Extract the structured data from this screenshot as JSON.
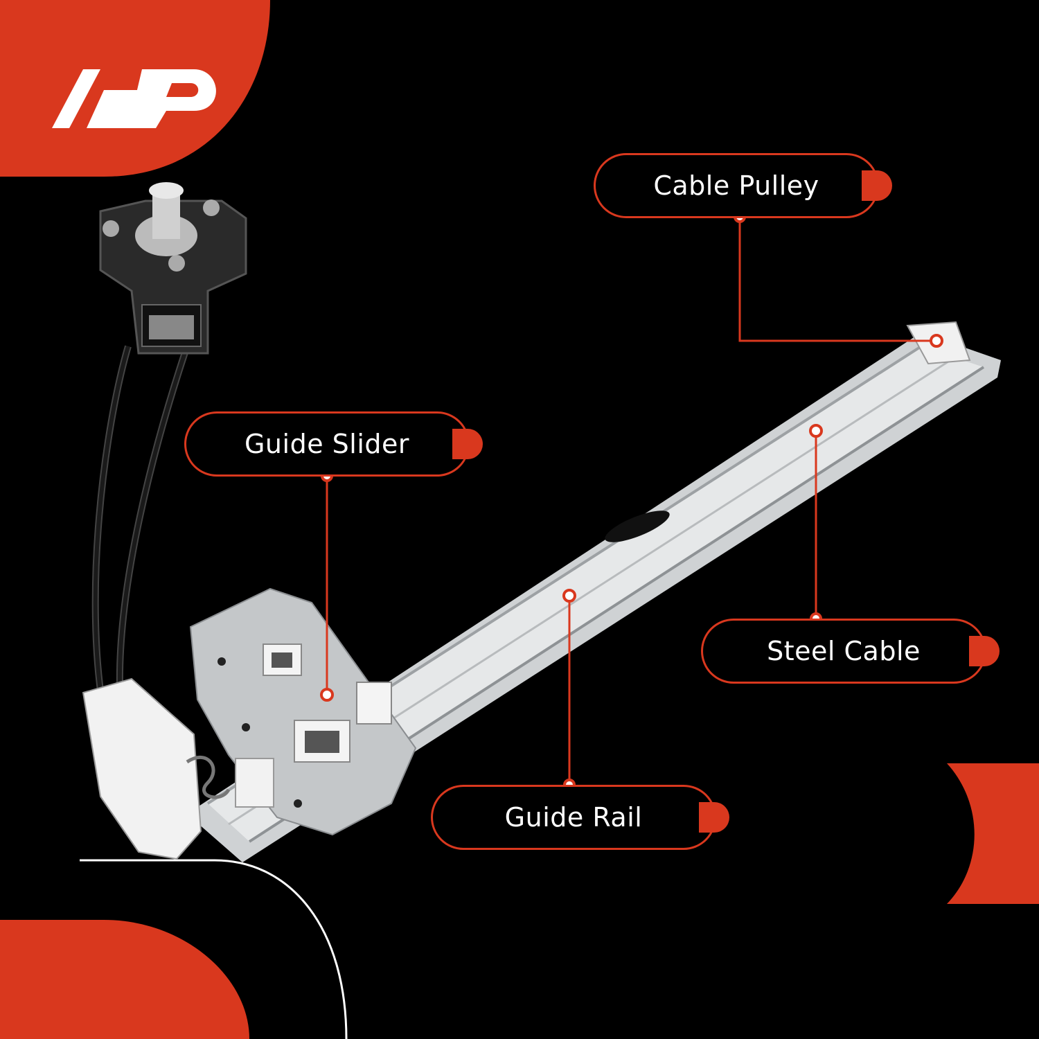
{
  "brand": {
    "logo_text": "AP",
    "accent_color": "#d9381e"
  },
  "callouts": {
    "cable_pulley": "Cable Pulley",
    "guide_slider": "Guide Slider",
    "steel_cable": "Steel Cable",
    "guide_rail": "Guide Rail"
  }
}
